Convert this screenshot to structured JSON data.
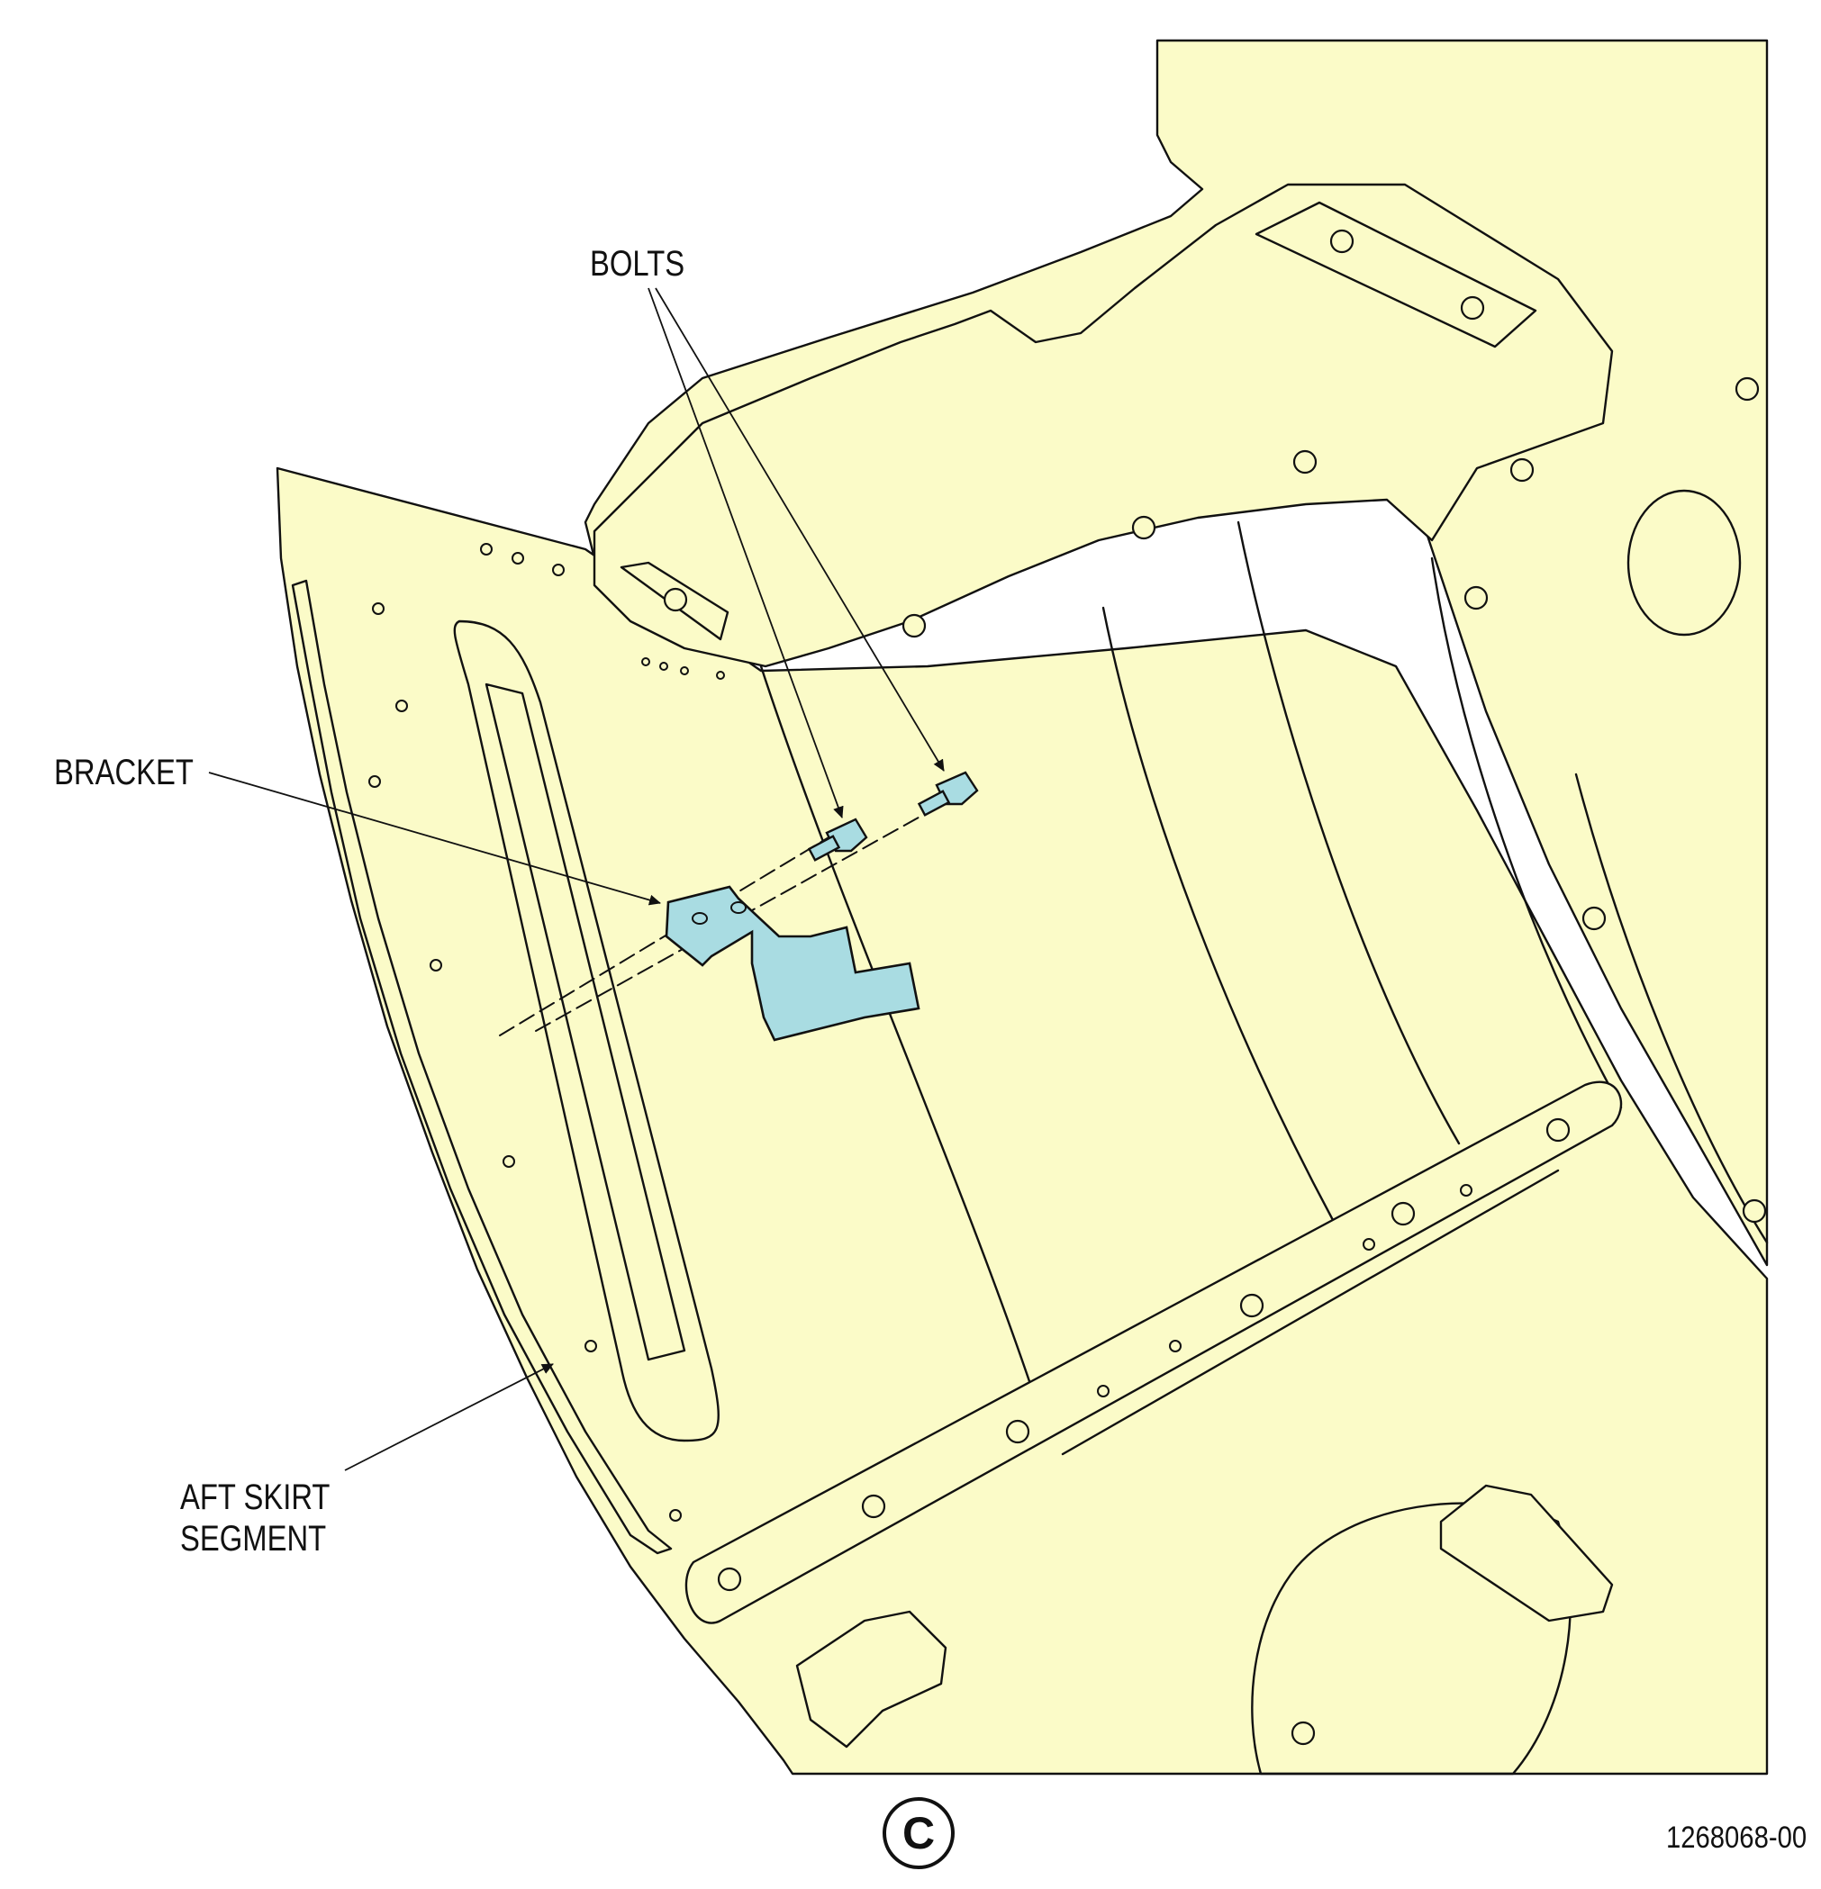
{
  "labels": {
    "bolts": "BOLTS",
    "bracket": "BRACKET",
    "aft_skirt_line1": "AFT SKIRT",
    "aft_skirt_line2": "SEGMENT"
  },
  "view_letter": "C",
  "drawing_number": "1268068-00",
  "colors": {
    "structure_fill": "#fbfbc8",
    "highlight_fill": "#a9dce2",
    "line": "#111111",
    "background": "#ffffff"
  }
}
